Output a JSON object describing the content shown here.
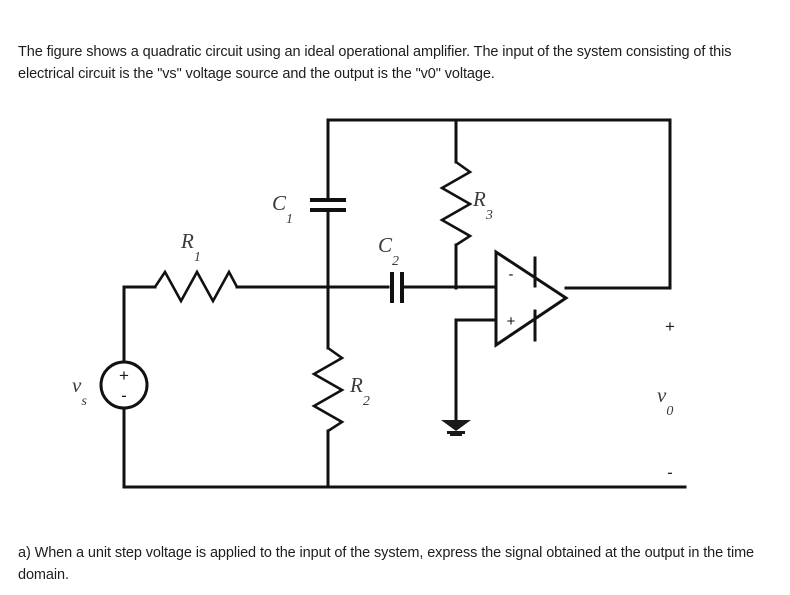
{
  "document": {
    "intro_text": "The figure shows a quadratic circuit using an ideal operational amplifier. The input of the system consisting of this electrical circuit is the \"vs\" voltage source and the output is the \"v0\" voltage.",
    "question_text": "a) When a unit step voltage is applied to the input of the system, express the signal obtained at the output in the time domain."
  },
  "figure": {
    "caption": "",
    "components": {
      "r1": {
        "label": "R",
        "sub": "1",
        "type": "resistor"
      },
      "r2": {
        "label": "R",
        "sub": "2",
        "type": "resistor"
      },
      "r3": {
        "label": "R",
        "sub": "3",
        "type": "resistor"
      },
      "c1": {
        "label": "C",
        "sub": "1",
        "type": "capacitor"
      },
      "c2": {
        "label": "C",
        "sub": "2",
        "type": "capacitor"
      },
      "source": {
        "label": "v",
        "sub": "s",
        "type": "voltage-source",
        "plus": "+",
        "minus": "-"
      },
      "opamp": {
        "type": "operational-amplifier",
        "inverting": "-",
        "noninverting": "+"
      },
      "ground": {
        "type": "ground"
      },
      "output": {
        "label": "v",
        "sub": "0",
        "plus": "+",
        "minus": "-"
      }
    },
    "colors": {
      "wire": "#111111",
      "label": "#3b3b3b",
      "background": "#ffffff"
    }
  }
}
